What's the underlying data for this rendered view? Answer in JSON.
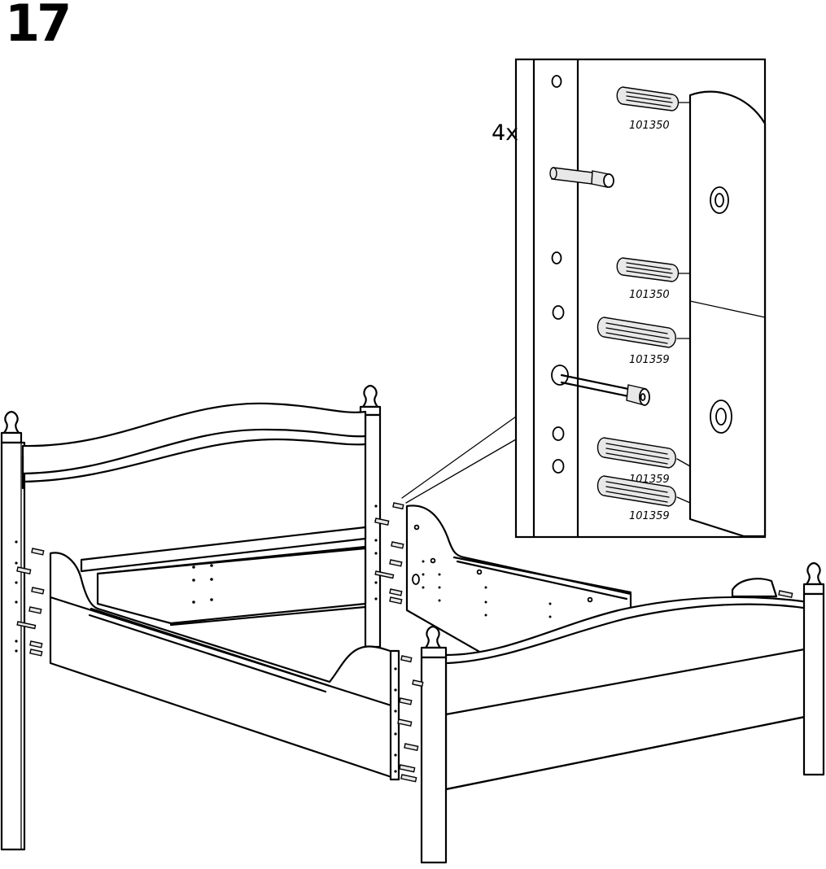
{
  "step": {
    "number": "17"
  },
  "detail": {
    "quantity": "4x",
    "parts": [
      {
        "id": "dowel-1",
        "label": "101350"
      },
      {
        "id": "dowel-2",
        "label": "101350"
      },
      {
        "id": "dowel-3",
        "label": "101359"
      },
      {
        "id": "dowel-4",
        "label": "101359"
      },
      {
        "id": "dowel-5",
        "label": "101359"
      }
    ]
  }
}
